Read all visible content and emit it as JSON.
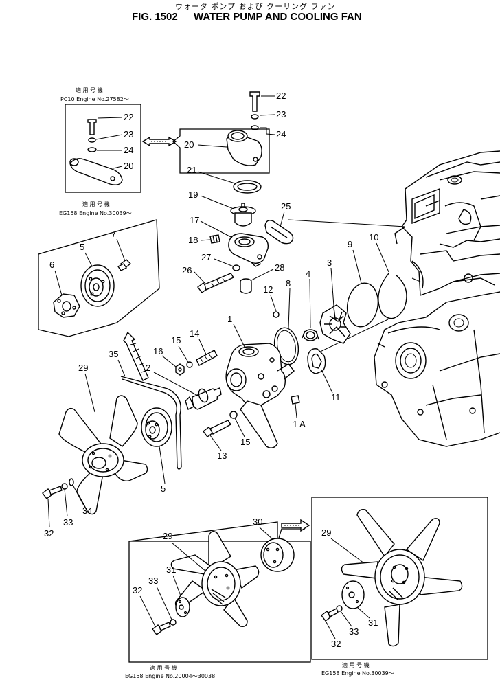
{
  "header": {
    "title_jp": "ウォータ ポンプ および クーリング ファン",
    "fig_number": "FIG. 1502",
    "title": "WATER PUMP AND COOLING FAN"
  },
  "insets": {
    "top_left": {
      "caption_jp": "適 用 号 機",
      "caption": "PC10 Engine No.27582～"
    },
    "left_mid": {
      "caption_jp": "適 用 号 機",
      "caption": "EG158 Engine No.30039～"
    },
    "bottom_mid": {
      "caption_jp": "適 用 号 機",
      "caption": "EG158 Engine No.20004～30038"
    },
    "bottom_right": {
      "caption_jp": "適 用 号 機",
      "caption": "EG158 Engine No.30039～"
    }
  },
  "callouts": {
    "c22a": "22",
    "c23a": "23",
    "c24a": "24",
    "c20a": "20",
    "c22b": "22",
    "c23b": "23",
    "c24b": "24",
    "c20b": "20",
    "c21": "21",
    "c19": "19",
    "c25": "25",
    "c17": "17",
    "c18": "18",
    "c27": "27",
    "c26": "26",
    "c28": "28",
    "c12": "12",
    "c8": "8",
    "c4": "4",
    "c3": "3",
    "c9": "9",
    "c10": "10",
    "c7": "7",
    "c5a": "5",
    "c6": "6",
    "c1": "1",
    "c16": "16",
    "c15a": "15",
    "c14": "14",
    "c35": "35",
    "c2": "2",
    "c29a": "29",
    "c11": "11",
    "c1A": "1 A",
    "c13": "13",
    "c15b": "15",
    "c5b": "5",
    "c32a": "32",
    "c33a": "33",
    "c34": "34",
    "c29b": "29",
    "c30": "30",
    "c31a": "31",
    "c32b": "32",
    "c33b": "33",
    "c29c": "29",
    "c31b": "31",
    "c32c": "32",
    "c33c": "33"
  }
}
